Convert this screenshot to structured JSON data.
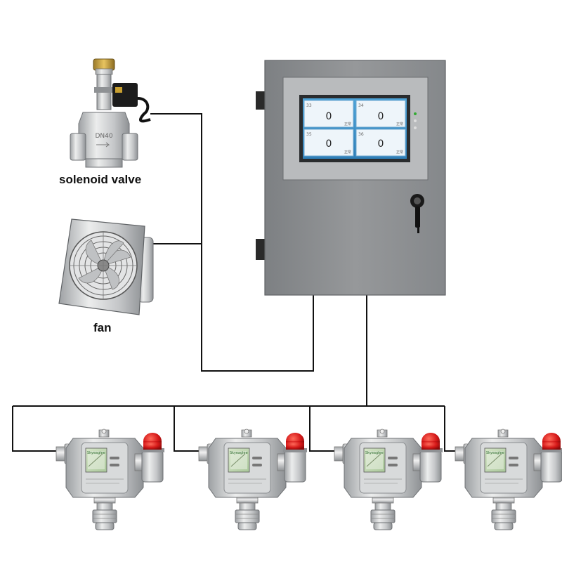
{
  "labels": {
    "solenoid_valve": "solenoid valve",
    "fan": "fan"
  },
  "valve": {
    "body_marking": "DN40"
  },
  "controller": {
    "screen": {
      "tiles": [
        {
          "channel": "33",
          "value": "0",
          "status": "正常"
        },
        {
          "channel": "34",
          "value": "0",
          "status": "正常"
        },
        {
          "channel": "35",
          "value": "0",
          "status": "正常"
        },
        {
          "channel": "36",
          "value": "0",
          "status": "正常"
        }
      ]
    }
  },
  "detectors": [
    {
      "brand": "Skyeaglee"
    },
    {
      "brand": "Skyeaglee"
    },
    {
      "brand": "Skyeaglee"
    },
    {
      "brand": "Skyeaglee"
    }
  ],
  "colors": {
    "wire": "#111111",
    "cabinet": "#8c8e90",
    "screen": "#3a90c8",
    "alarm_lamp": "#d41818",
    "metal": "#c9cbcd"
  }
}
